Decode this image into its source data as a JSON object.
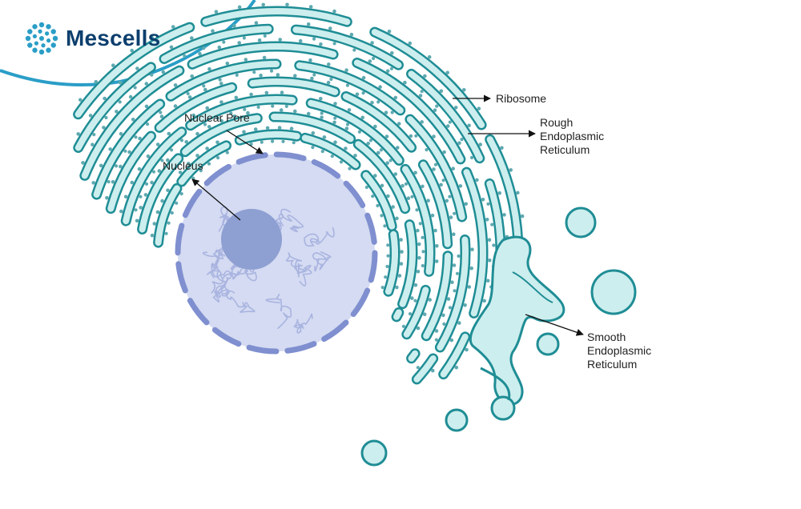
{
  "brand": {
    "name": "Mescells",
    "accent_color": "#2a9ec7",
    "text_color": "#0d3f6e"
  },
  "diagram": {
    "labels": {
      "nuclear_pore": "Nuclear Pore",
      "nucleus": "Nucleus",
      "ribosome": "Ribosome",
      "rough_er": "Rough Endoplasmic Reticulum",
      "smooth_er": "Smooth Endoplasmic Reticulum"
    },
    "colors": {
      "nucleus_fill": "#d4dbf2",
      "nucleus_envelope": "#7f8fcf",
      "nucleolus": "#8e9fd2",
      "chromatin": "#a9b4e0",
      "er_fill": "#cdeeee",
      "er_stroke": "#1f8d95",
      "ribosome": "#5ea9b0"
    }
  }
}
